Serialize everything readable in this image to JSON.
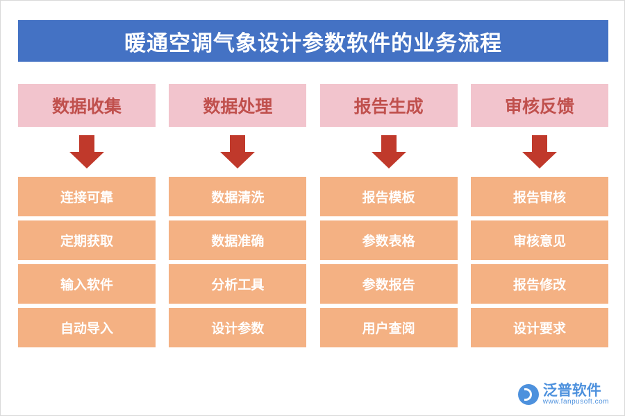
{
  "header": {
    "title": "暖通空调气象设计参数软件的业务流程",
    "background_color": "#4472C4",
    "text_color": "#FFFFFF"
  },
  "colors": {
    "stage_box": "#F2C4CD",
    "stage_text": "#C0504D",
    "item_box": "#F4B183",
    "item_text": "#FFFFFF",
    "arrow": "#C0392B"
  },
  "columns": [
    {
      "stage": "数据收集",
      "arrow_icon": "down-arrow-icon",
      "items": [
        "连接可靠",
        "定期获取",
        "输入软件",
        "自动导入"
      ]
    },
    {
      "stage": "数据处理",
      "arrow_icon": "down-arrow-icon",
      "items": [
        "数据清洗",
        "数据准确",
        "分析工具",
        "设计参数"
      ]
    },
    {
      "stage": "报告生成",
      "arrow_icon": "down-arrow-icon",
      "items": [
        "报告模板",
        "参数表格",
        "参数报告",
        "用户查阅"
      ]
    },
    {
      "stage": "审核反馈",
      "arrow_icon": "down-arrow-icon",
      "items": [
        "报告审核",
        "审核意见",
        "报告修改",
        "设计要求"
      ]
    }
  ],
  "watermark": {
    "logo_icon": "fanpusoft-logo-icon",
    "name": "泛普软件",
    "url": "www.fanpusoft.com"
  }
}
